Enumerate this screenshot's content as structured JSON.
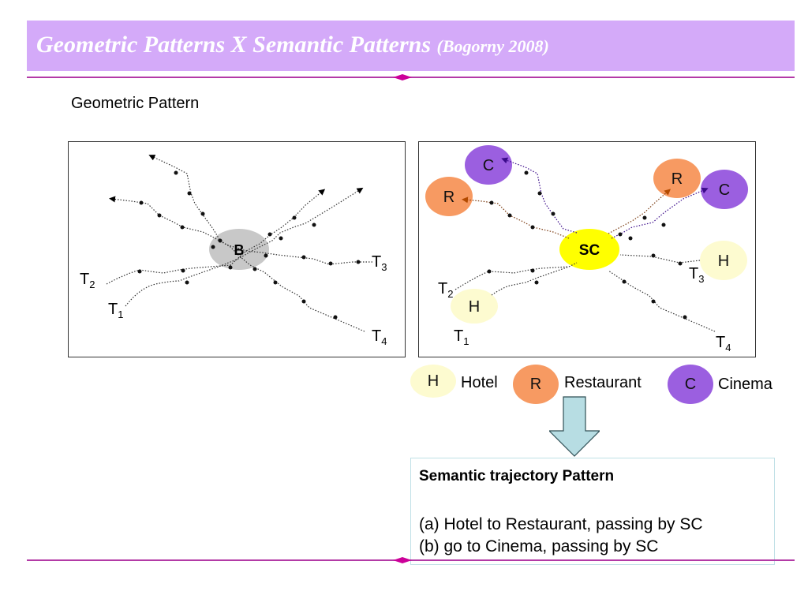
{
  "slide": {
    "title": "Geometric Patterns X Semantic Patterns",
    "citation": "(Bogorny 2008)",
    "subtitle": "Geometric Pattern",
    "colors": {
      "title_bar": "#d4aaf9",
      "rule": "#b33aa6",
      "diamond": "#cc0099",
      "hotel": "#fdfbd0",
      "restaurant": "#f79a62",
      "cinema": "#9b5fe0",
      "shopping_center": "#ffff00",
      "center_gray": "#c8c8c8",
      "arrow_fill": "#b7dde3"
    }
  },
  "geometric_diagram": {
    "center_label": "B",
    "trajectories": [
      {
        "name": "T",
        "sub": "1"
      },
      {
        "name": "T",
        "sub": "2"
      },
      {
        "name": "T",
        "sub": "3"
      },
      {
        "name": "T",
        "sub": "4"
      }
    ]
  },
  "semantic_diagram": {
    "center_label": "SC",
    "places": {
      "cinema_top": "C",
      "restaurant_left": "R",
      "restaurant_right": "R",
      "cinema_right": "C",
      "hotel_right": "H",
      "hotel_left": "H"
    },
    "trajectories": [
      {
        "name": "T",
        "sub": "1"
      },
      {
        "name": "T",
        "sub": "2"
      },
      {
        "name": "T",
        "sub": "3"
      },
      {
        "name": "T",
        "sub": "4"
      }
    ]
  },
  "legend": [
    {
      "symbol": "H",
      "label": "Hotel"
    },
    {
      "symbol": "R",
      "label": "Restaurant"
    },
    {
      "symbol": "C",
      "label": "Cinema"
    }
  ],
  "result": {
    "title": "Semantic trajectory Pattern",
    "lines": [
      "(a) Hotel to Restaurant, passing by SC",
      "(b) go to Cinema, passing by SC"
    ]
  }
}
